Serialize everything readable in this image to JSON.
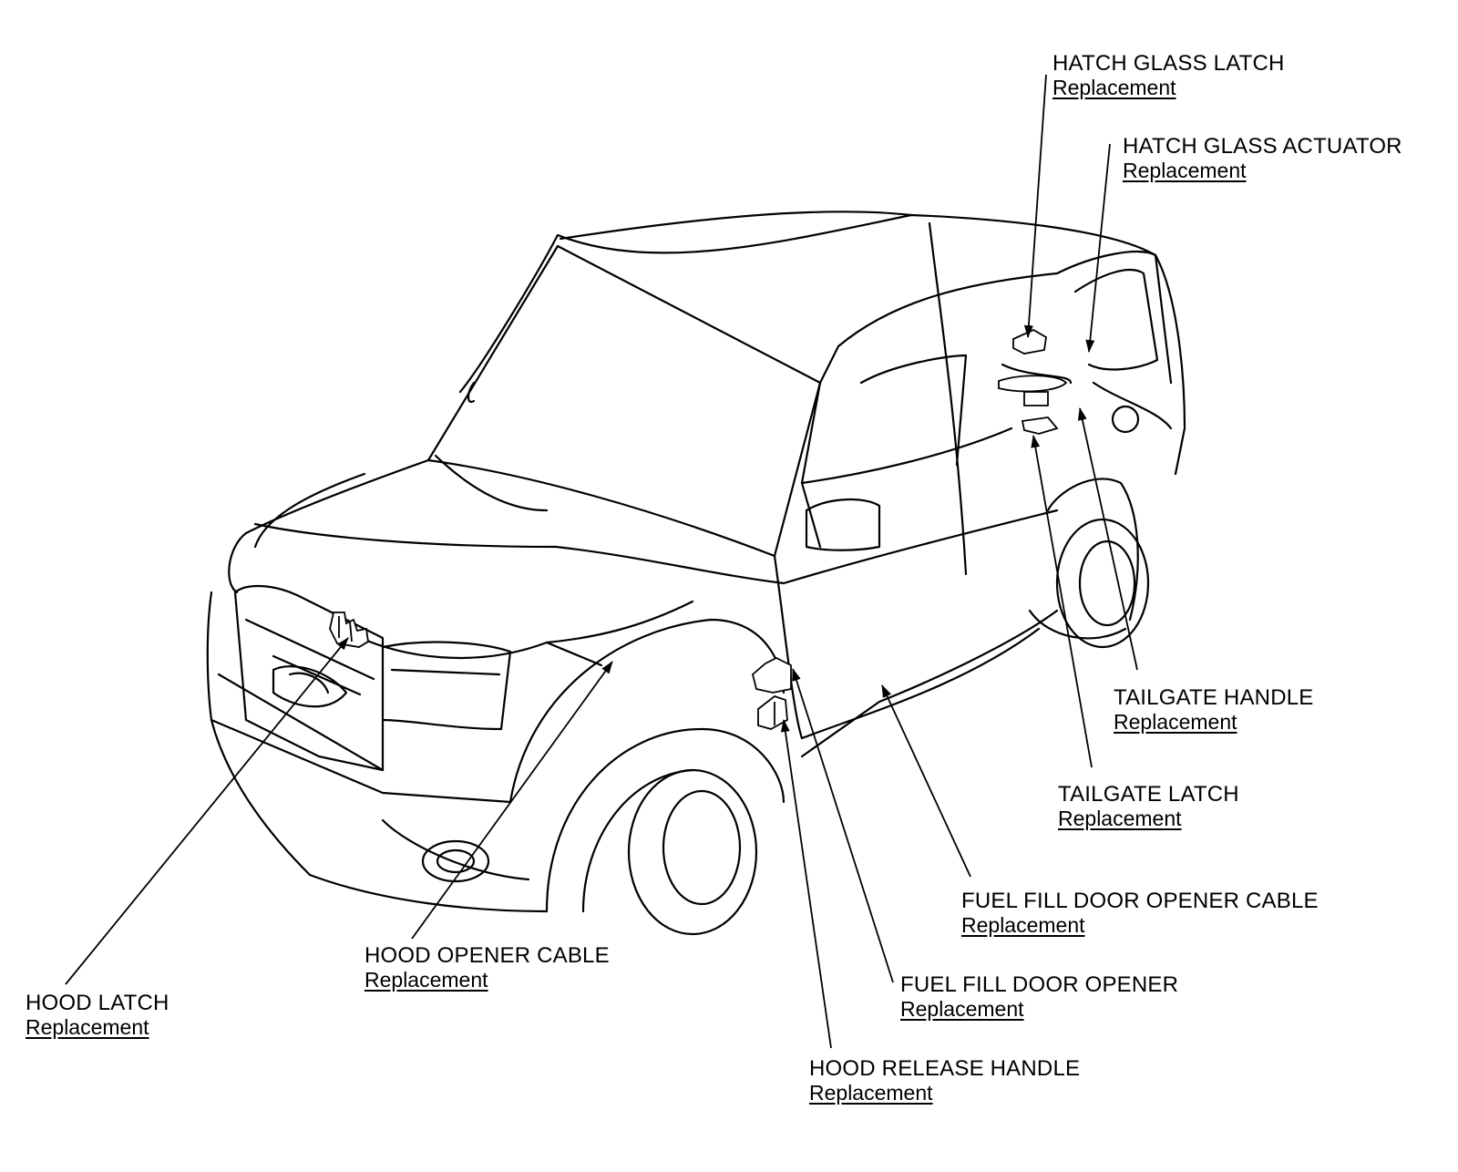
{
  "colors": {
    "line": "#000000",
    "background": "#ffffff"
  },
  "callouts": [
    {
      "id": "hatch-glass-latch",
      "part": "HATCH GLASS LATCH",
      "link": "Replacement"
    },
    {
      "id": "hatch-glass-actuator",
      "part": "HATCH GLASS ACTUATOR",
      "link": "Replacement"
    },
    {
      "id": "tailgate-handle",
      "part": "TAILGATE HANDLE",
      "link": "Replacement"
    },
    {
      "id": "tailgate-latch",
      "part": "TAILGATE LATCH",
      "link": "Replacement"
    },
    {
      "id": "fuel-fill-door-opener-cable",
      "part": "FUEL FILL DOOR OPENER CABLE",
      "link": "Replacement"
    },
    {
      "id": "fuel-fill-door-opener",
      "part": "FUEL FILL DOOR OPENER",
      "link": "Replacement"
    },
    {
      "id": "hood-release-handle",
      "part": "HOOD RELEASE HANDLE",
      "link": "Replacement"
    },
    {
      "id": "hood-opener-cable",
      "part": "HOOD OPENER CABLE",
      "link": "Replacement"
    },
    {
      "id": "hood-latch",
      "part": "HOOD LATCH",
      "link": "Replacement"
    }
  ]
}
